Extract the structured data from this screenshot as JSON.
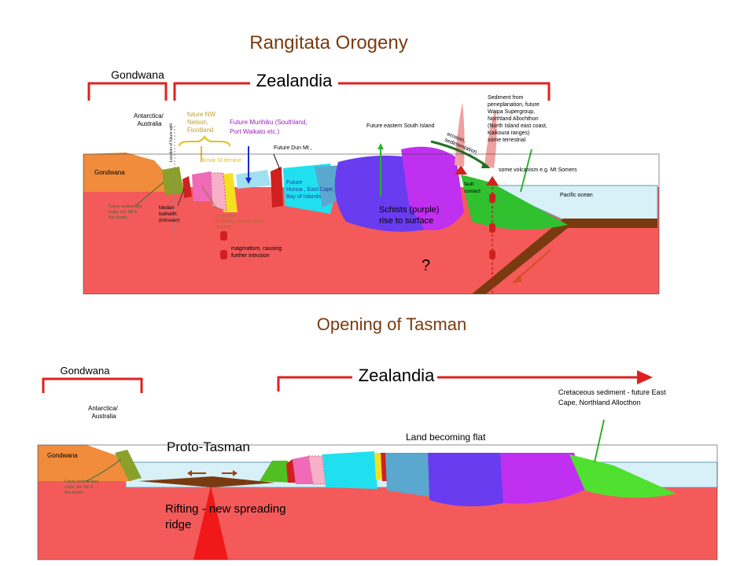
{
  "colors": {
    "mantle": "#f55a5a",
    "gondwana": "#f08c3c",
    "ocean": "#d8f0f8",
    "title": "#7a3a10",
    "bracket": "#e02020",
    "olive": "#8aa02a",
    "pink": "#f06ab8",
    "yellow": "#f5e020",
    "cyan": "#20e0f0",
    "steelblue": "#5aa8d0",
    "blue_magenta": "#6a3cf0",
    "purple": "#c030f0",
    "green": "#30c030",
    "dark_red": "#d02020",
    "brown": "#7a3a10",
    "limegreen": "#50e030"
  },
  "panel1": {
    "title": "Rangitata  Orogeny",
    "gondwana_bracket": "Gondwana",
    "zealandia_bracket": "Zealandia",
    "labels": {
      "antarctica": [
        "Antarctica/",
        "Australia"
      ],
      "location_split": "Location of future split",
      "gondwana_land": "Gondwana",
      "future_sed": [
        "Future sedimentary",
        "rocks, incl. NZ &",
        "Aus fossils"
      ],
      "median_batholith": [
        "Median",
        "batholith",
        "(intrusion)"
      ],
      "future_nw_nelson": [
        "future NW",
        "Nelson,",
        "Fiordland"
      ],
      "brook_st": "Brook St terrane",
      "future_murihiku": [
        "Future Murihiku (Southland,",
        "Port Waikato etc.)"
      ],
      "separation": [
        "Separation",
        "Pt Granite  Stewart Island",
        "granites"
      ],
      "magmatism": [
        "magmatism, causing",
        "further intrusion"
      ],
      "future_dun_mt": "Future Dun Mt ,",
      "future_hunua": [
        "Future",
        "Hunua , East Cape,",
        "Bay of Islands"
      ],
      "future_eastern_si": "Future  eastern South Island",
      "schists": [
        "Schists (purple)",
        "rise to surface"
      ],
      "question": "?",
      "erosion": [
        "erosion,",
        "sedimentation"
      ],
      "fault_contact": [
        "fault",
        "contact"
      ],
      "sediment_from": [
        "Sediment from",
        "peneplanation, future",
        "Waipa Supergroup,",
        "Northland Allochthon",
        "(North Island east coast,",
        "Kaikoura ranges)",
        "some terrestrial"
      ],
      "volcanism": "some volcanism e.g. Mt Somers",
      "pacific": "Pacific ocean"
    }
  },
  "panel2": {
    "title": "Opening of Tasman",
    "gondwana_bracket": "Gondwana",
    "zealandia_bracket": "Zealandia",
    "labels": {
      "antarctica": [
        "Antarctica/",
        "Australia"
      ],
      "gondwana_land": "Gondwana",
      "future_sed": [
        "Future sedimentary",
        "rocks, incl. NZ &",
        "Aus fossils"
      ],
      "proto_tasman": "Proto-Tasman",
      "rifting": [
        "Rifting - new spreading",
        "ridge"
      ],
      "land_flat": "Land becoming flat",
      "cretaceous": [
        "Cretaceous sediment - future East",
        "Cape, Northland Allocthon"
      ]
    }
  }
}
